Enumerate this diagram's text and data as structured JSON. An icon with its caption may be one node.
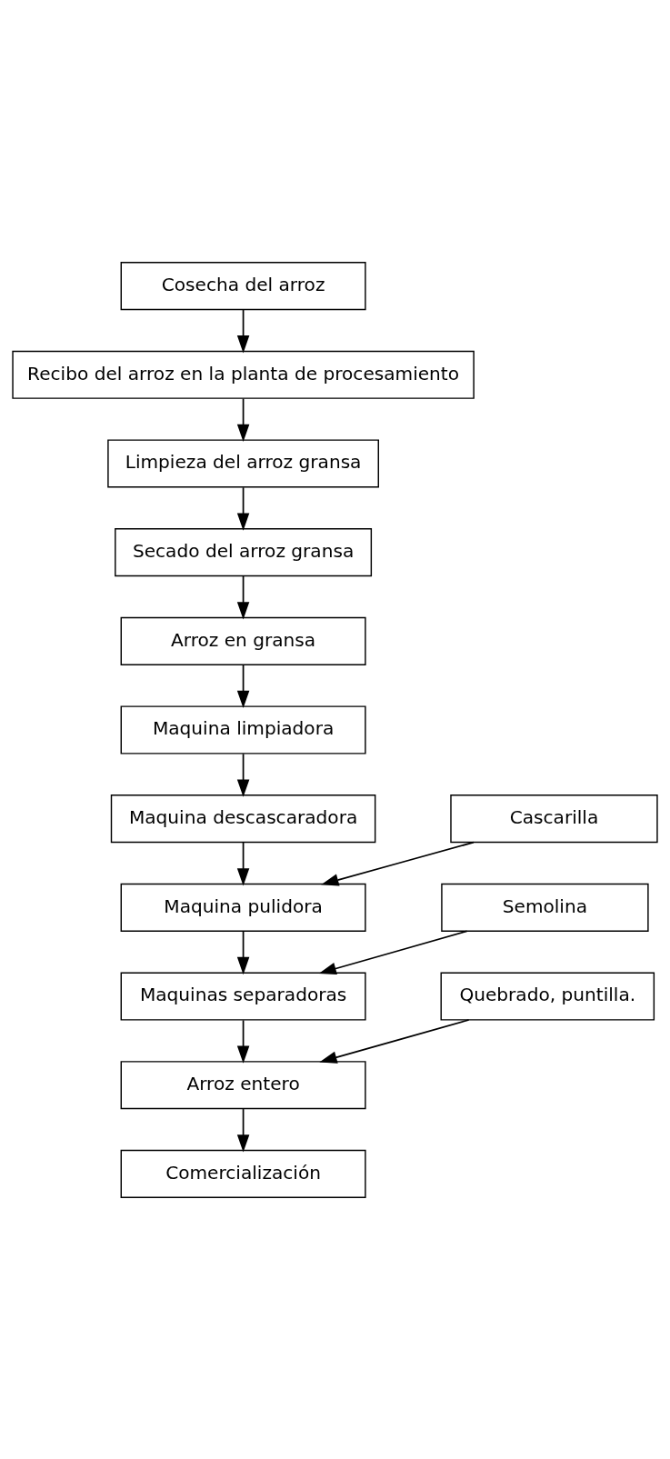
{
  "diagram": {
    "nodes": [
      {
        "text": [
          "Cosecha del arroz"
        ]
      },
      {
        "text": [
          "Recibo del arroz en la planta de procesamiento"
        ]
      },
      {
        "text": [
          "Limpieza del arroz gransa"
        ]
      },
      {
        "text": [
          "Secado del arroz gransa"
        ]
      },
      {
        "text": [
          "Arroz en gransa"
        ]
      },
      {
        "text": [
          "Maquina limpiadora"
        ]
      },
      {
        "text": [
          "Maquina descascaradora"
        ]
      },
      {
        "text": [
          "Cascarilla"
        ]
      },
      {
        "text": [
          "Maquina pulidora"
        ]
      },
      {
        "text": [
          "Semolina"
        ]
      },
      {
        "text": [
          "Maquinas separadoras"
        ]
      },
      {
        "text": [
          "Quebrado, puntilla."
        ]
      },
      {
        "text": [
          "Arroz entero"
        ]
      },
      {
        "text": [
          "Comercialización"
        ]
      }
    ],
    "edges": [
      {
        "from": 0,
        "to": 1,
        "arrow": "to"
      },
      {
        "from": 1,
        "to": 2,
        "arrow": "to"
      },
      {
        "from": 2,
        "to": 3,
        "arrow": "to"
      },
      {
        "from": 3,
        "to": 4,
        "arrow": "to"
      },
      {
        "from": 4,
        "to": 5,
        "arrow": "to"
      },
      {
        "from": 5,
        "to": 6,
        "arrow": "to"
      },
      {
        "from": 6,
        "to": 8,
        "arrow": "to"
      },
      {
        "from": 7,
        "to": 8,
        "arrow": "to"
      },
      {
        "from": 8,
        "to": 10,
        "arrow": "to"
      },
      {
        "from": 9,
        "to": 10,
        "arrow": "to"
      },
      {
        "from": 10,
        "to": 12,
        "arrow": "to"
      },
      {
        "from": 11,
        "to": 12,
        "arrow": "to"
      },
      {
        "from": 12,
        "to": 13,
        "arrow": "to"
      }
    ]
  }
}
